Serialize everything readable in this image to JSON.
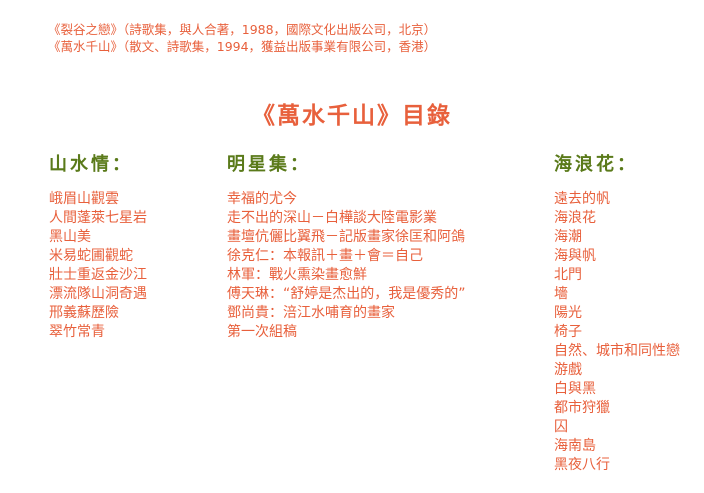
{
  "references": [
    "《裂谷之戀》（詩歌集，與人合著，1988，國際文化出版公司，北京）",
    "《萬水千山》（散文、詩歌集，1994，獲益出版事業有限公司，香港）"
  ],
  "title": "《萬水千山》目錄",
  "sections": [
    {
      "heading": "山水情：",
      "items": [
        "峨眉山觀雲",
        "人間蓬萊七星岩",
        "黑山美",
        "米易蛇圃觀蛇",
        "壯士重返金沙江",
        "漂流隊山洞奇遇",
        "邢義蘇歷險",
        "翠竹常青"
      ]
    },
    {
      "heading": "明星集：",
      "items": [
        "幸福的尤今",
        "走不出的深山－白樺談大陸電影業",
        "畫壇伉儷比翼飛－記版畫家徐匡和阿鴿",
        "徐克仁：本報訊＋畫＋會＝自己",
        "林軍：戰火熏染畫愈鮮",
        "傅天琳：“舒婷是杰出的，我是優秀的”",
        "鄧尚貴：涪江水哺育的畫家",
        "第一次組稿"
      ]
    },
    {
      "heading": "海浪花：",
      "items": [
        "遠去的帆",
        "海浪花",
        "海潮",
        "海與帆",
        "北門",
        "墻",
        "陽光",
        "椅子",
        "自然、城市和同性戀",
        "游戲",
        "白與黑",
        "都市狩獵",
        "囚",
        "海南島",
        "黑夜八行"
      ]
    }
  ],
  "colors": {
    "text": "#e8603c",
    "heading": "#5a7a1a"
  }
}
